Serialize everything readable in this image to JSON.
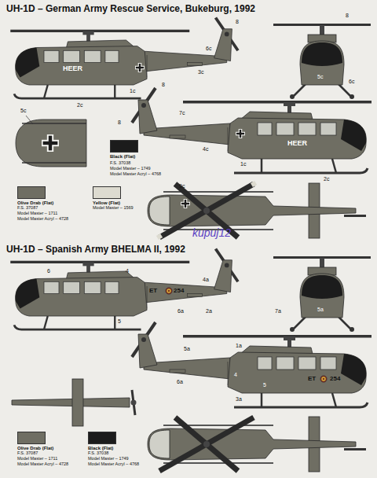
{
  "diagram": {
    "title": "UH-1D – German Army Rescue Service, Bukeburg, 1992",
    "labels": [
      "HEER",
      "8",
      "6c",
      "3c",
      "1c",
      "2c",
      "8",
      "6c",
      "5c",
      "5c",
      "8",
      "7c",
      "8",
      "4c",
      "1c",
      "2c",
      "HEER",
      "9c",
      "F.S. 37038",
      "Model Master – 1749",
      "Model Master Acryl – 4768",
      "F.S. 37087",
      "Model Master – 1711",
      "Model Master Acryl – 4728",
      "Model Master – 1569",
      "kupuj12",
      "UH-1D – Spanish Army BHELMA II, 1992",
      "6",
      "4",
      "4a",
      "5",
      "6a",
      "2a",
      "ET",
      "254",
      "7a",
      "5a",
      "5a",
      "1a",
      "4",
      "5",
      "6a",
      "3a",
      "ET",
      "254",
      "F.S. 37087",
      "Model Master – 1711",
      "Model Master Acryl – 4728",
      "F.S. 37038",
      "Model Master – 1749",
      "Model Master Acryl – 4768"
    ],
    "legend": [
      {
        "text": "Black (Flat)",
        "color": "#1c1c1c"
      },
      {
        "text": "Olive Drab (Flat)",
        "color": "#6f6e63"
      },
      {
        "text": "Yellow (Flat)",
        "color": "#dddbd0"
      },
      {
        "text": "Olive Drab (Flat)",
        "color": "#6f6e63"
      },
      {
        "text": "Black (Flat)",
        "color": "#1c1c1c"
      }
    ]
  }
}
